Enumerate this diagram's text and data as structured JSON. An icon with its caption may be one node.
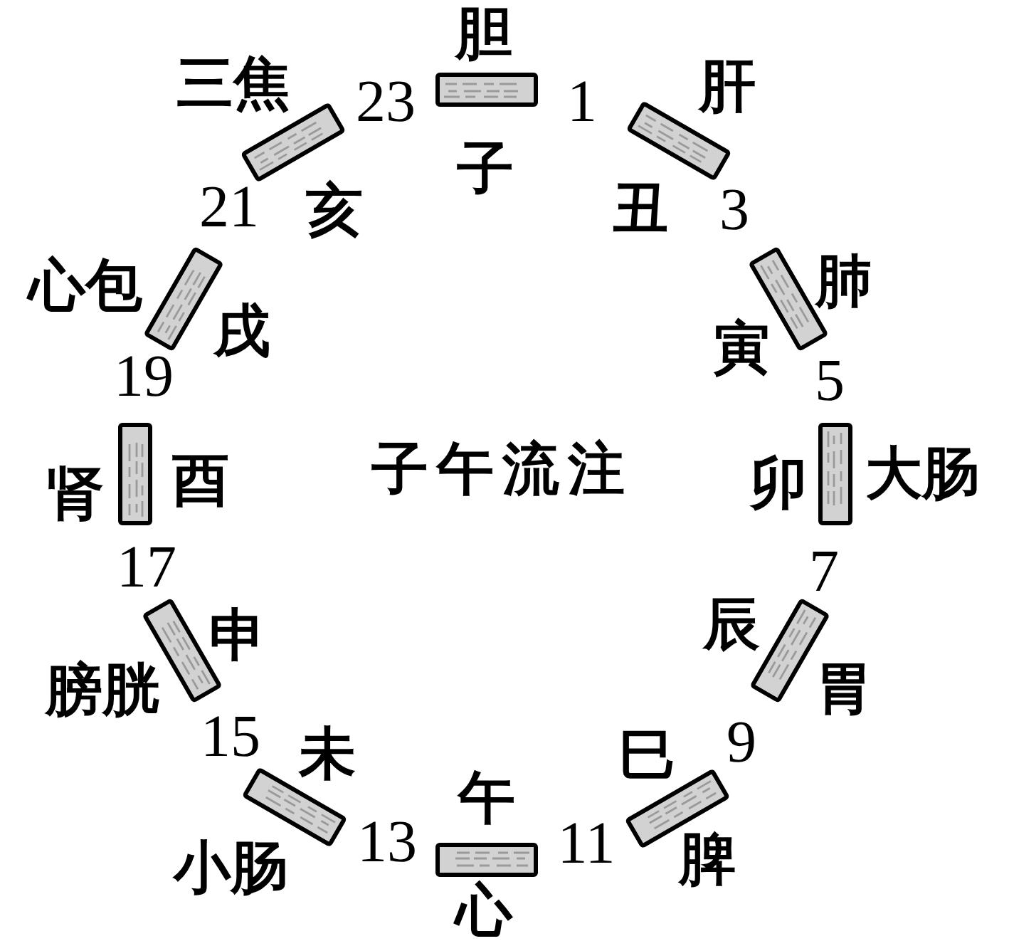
{
  "diagram": {
    "title": "子午流注",
    "nodes": [
      {
        "text": [],
        "shape": "bar",
        "beside": [
          "胆",
          "子"
        ]
      },
      {
        "text": [],
        "shape": "bar",
        "beside": [
          "肝",
          "丑"
        ]
      },
      {
        "text": [],
        "shape": "bar",
        "beside": [
          "肺",
          "寅"
        ]
      },
      {
        "text": [],
        "shape": "bar",
        "beside": [
          "大肠",
          "卯"
        ]
      },
      {
        "text": [],
        "shape": "bar",
        "beside": [
          "胃",
          "辰"
        ]
      },
      {
        "text": [],
        "shape": "bar",
        "beside": [
          "脾",
          "巳"
        ]
      },
      {
        "text": [],
        "shape": "bar",
        "beside": [
          "心",
          "午"
        ]
      },
      {
        "text": [],
        "shape": "bar",
        "beside": [
          "小肠",
          "未"
        ]
      },
      {
        "text": [],
        "shape": "bar",
        "beside": [
          "膀胱",
          "申"
        ]
      },
      {
        "text": [],
        "shape": "bar",
        "beside": [
          "肾",
          "酉"
        ]
      },
      {
        "text": [],
        "shape": "bar",
        "beside": [
          "心包",
          "戌"
        ]
      },
      {
        "text": [],
        "shape": "bar",
        "beside": [
          "三焦",
          "亥"
        ]
      }
    ],
    "labels": [
      "1",
      "3",
      "5",
      "7",
      "9",
      "11",
      "13",
      "15",
      "17",
      "19",
      "21",
      "23"
    ]
  }
}
